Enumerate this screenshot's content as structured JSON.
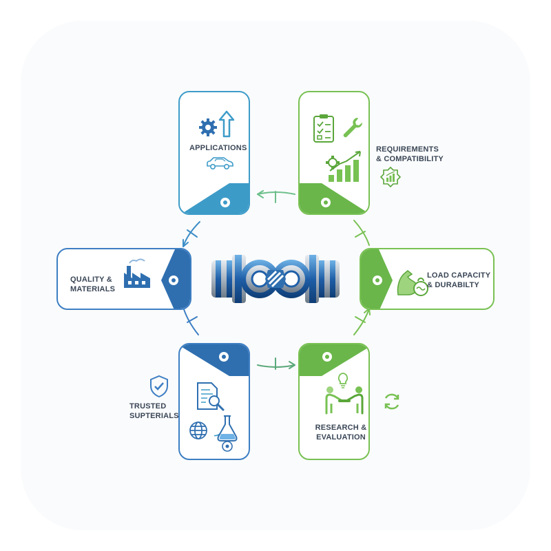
{
  "nodes": {
    "applications": {
      "label": "APPLICATIONS",
      "color": "#3d9bc8",
      "icons": [
        "gear-icon",
        "arrow-up-icon",
        "car-icon"
      ]
    },
    "requirements": {
      "label": "REQUIREMENTS\n& COMPATIBILITY",
      "color": "#78c153",
      "icons": [
        "clipboard-checklist-icon",
        "wrench-icon",
        "growth-chart-icon",
        "badge-chart-icon"
      ]
    },
    "quality": {
      "label": "QUALITY &\nMATERIALS",
      "color": "#3d7ec3",
      "icons": [
        "factory-icon"
      ]
    },
    "load": {
      "label": "LOAD CAPACITY\n& DURABILTY",
      "color": "#78c153",
      "icons": [
        "flexed-arm-icon",
        "weight-icon"
      ]
    },
    "trusted": {
      "label": "TRUSTED\nSUPTERIALS",
      "color": "#3d7ec3",
      "icons": [
        "shield-check-icon",
        "document-search-icon",
        "globe-icon",
        "flask-icon"
      ]
    },
    "research": {
      "label": "RESEARCH &\nEVALUATION",
      "color": "#78c153",
      "icons": [
        "lightbulb-icon",
        "handshake-icon",
        "refresh-cycle-icon"
      ]
    }
  },
  "center": {
    "icon": "coupling-gears-icon"
  },
  "palette": {
    "blue": "#3d7ec3",
    "teal": "#3d9bc8",
    "green": "#78c153",
    "steel": "#9aa7b4"
  }
}
